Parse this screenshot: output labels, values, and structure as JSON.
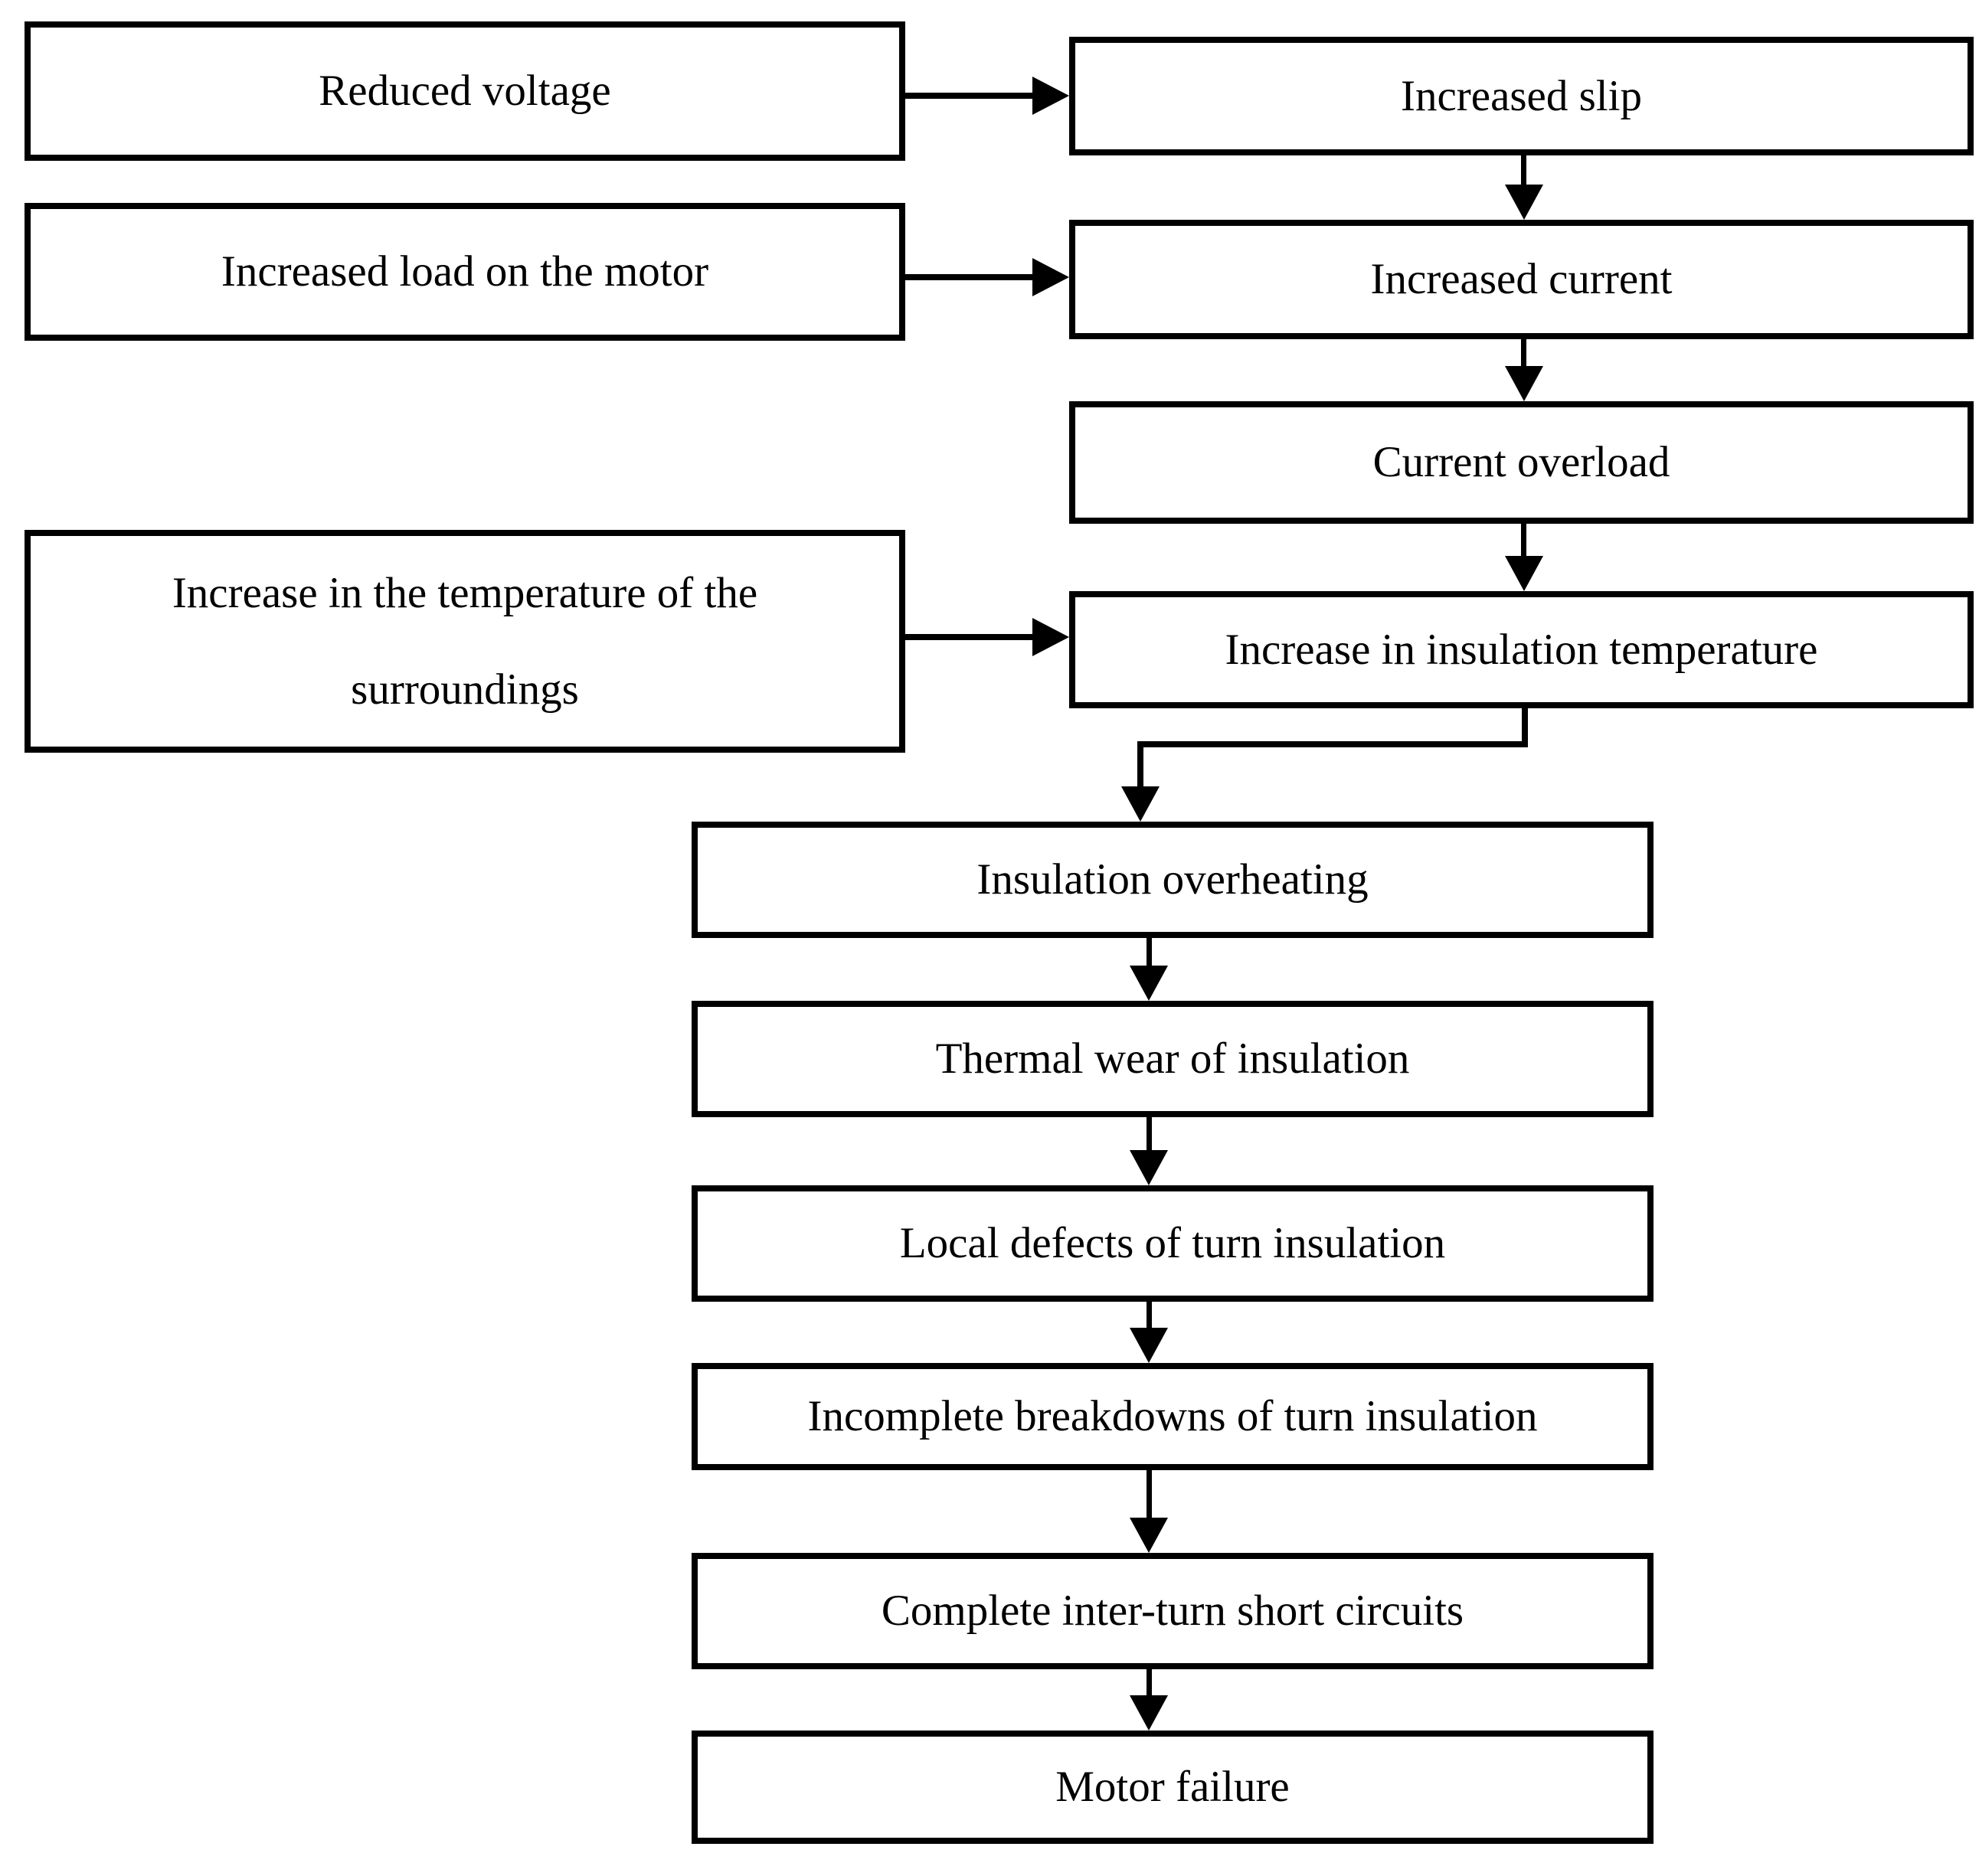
{
  "diagram": {
    "type": "flowchart",
    "background_color": "#ffffff",
    "line_color": "#000000",
    "text_color": "#000000",
    "nodes": {
      "reduced_voltage": {
        "label": "Reduced voltage"
      },
      "increased_load": {
        "label": "Increased load on the motor"
      },
      "temp_surroundings": {
        "label": "Increase in the temperature of the surroundings"
      },
      "increased_slip": {
        "label": "Increased slip"
      },
      "increased_current": {
        "label": "Increased current"
      },
      "current_overload": {
        "label": "Current overload"
      },
      "insulation_temperature": {
        "label": "Increase in insulation temperature"
      },
      "insulation_overheating": {
        "label": "Insulation overheating"
      },
      "thermal_wear": {
        "label": "Thermal wear of insulation"
      },
      "local_defects": {
        "label": "Local defects of turn insulation"
      },
      "incomplete_breakdowns": {
        "label": "Incomplete breakdowns of turn insulation"
      },
      "complete_short_circuits": {
        "label": "Complete inter-turn short circuits"
      },
      "motor_failure": {
        "label": "Motor failure"
      }
    },
    "edges": [
      {
        "from": "reduced_voltage",
        "to": "increased_slip",
        "connector": "straight-right"
      },
      {
        "from": "increased_load",
        "to": "increased_current",
        "connector": "straight-right"
      },
      {
        "from": "temp_surroundings",
        "to": "insulation_temperature",
        "connector": "straight-right"
      },
      {
        "from": "increased_slip",
        "to": "increased_current",
        "connector": "straight-down"
      },
      {
        "from": "increased_current",
        "to": "current_overload",
        "connector": "straight-down"
      },
      {
        "from": "current_overload",
        "to": "insulation_temperature",
        "connector": "straight-down"
      },
      {
        "from": "insulation_temperature",
        "to": "insulation_overheating",
        "connector": "elbow-down-left-down"
      },
      {
        "from": "insulation_overheating",
        "to": "thermal_wear",
        "connector": "straight-down"
      },
      {
        "from": "thermal_wear",
        "to": "local_defects",
        "connector": "straight-down"
      },
      {
        "from": "local_defects",
        "to": "incomplete_breakdowns",
        "connector": "straight-down"
      },
      {
        "from": "incomplete_breakdowns",
        "to": "complete_short_circuits",
        "connector": "straight-down"
      },
      {
        "from": "complete_short_circuits",
        "to": "motor_failure",
        "connector": "straight-down"
      }
    ]
  }
}
